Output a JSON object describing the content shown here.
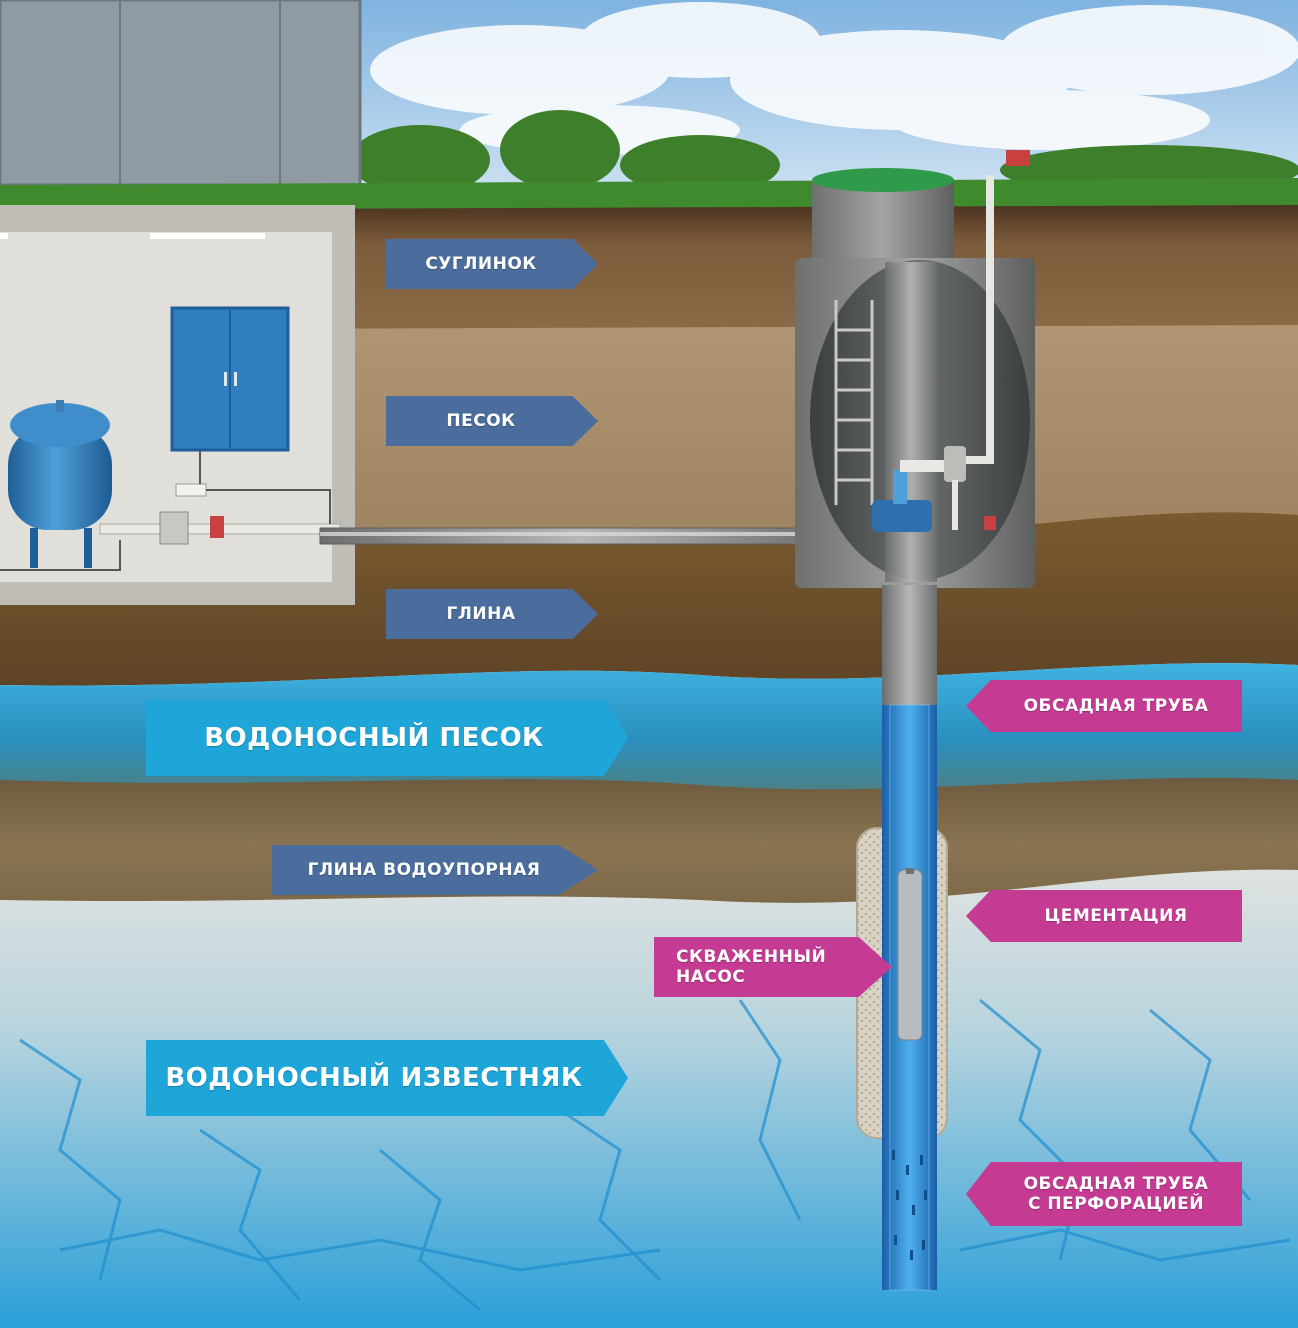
{
  "labels": {
    "loam": "СУГЛИНОК",
    "sand": "ПЕСОК",
    "clay": "ГЛИНА",
    "aquifer_sand": "ВОДОНОСНЫЙ ПЕСОК",
    "aquiclude_clay": "ГЛИНА ВОДОУПОРНАЯ",
    "aquifer_limestone": "ВОДОНОСНЫЙ ИЗВЕСТНЯК",
    "casing_pipe": "ОБСАДНАЯ ТРУБА",
    "cementation": "ЦЕМЕНТАЦИЯ",
    "well_pump_line1": "СКВАЖЕННЫЙ",
    "well_pump_line2": "НАСОС",
    "perforated_casing_line1": "ОБСАДНАЯ ТРУБА",
    "perforated_casing_line2": "С ПЕРФОРАЦИЕЙ"
  },
  "colors": {
    "soil_tag": "#4a6d9e",
    "aquifer_tag": "#1fa6d8",
    "component_tag": "#c53b93",
    "sky": "#9ec7e8",
    "grass": "#3f8a2c",
    "loam": "#7a5a3a",
    "sand": "#a88a62",
    "clay": "#6e5230",
    "water_layer": "#2b8fbf",
    "limestone": "#d8dcdc",
    "limestone_water": "#2aa6dc",
    "concrete": "#cfcfca",
    "caisson": "#8a8c8c",
    "tank": "#2f7fbf"
  }
}
